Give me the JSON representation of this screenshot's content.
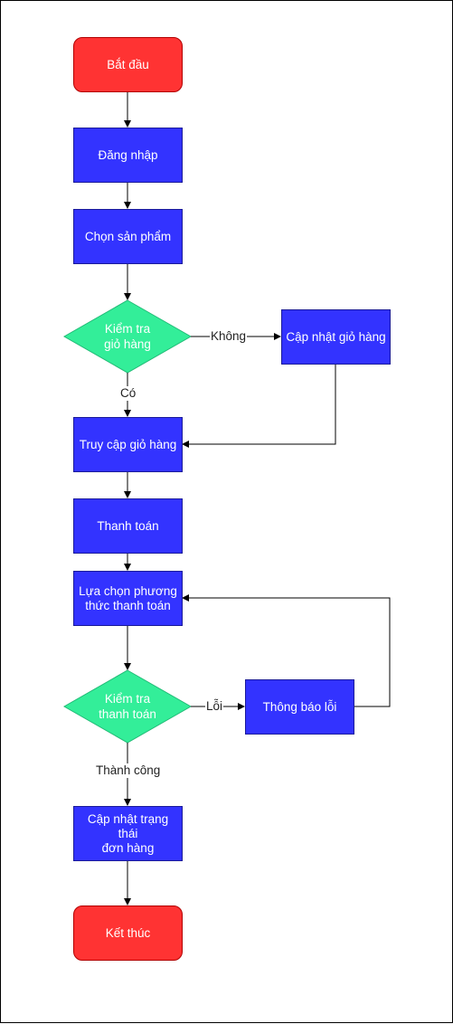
{
  "colors": {
    "terminal_fill": "#ff3333",
    "process_fill": "#3333ff",
    "decision_fill": "#33ee99",
    "connector": "#000000",
    "node_text": "#ffffff"
  },
  "nodes": {
    "start": "Bắt đầu",
    "login": "Đăng nhập",
    "select_product": "Chọn sản phẩm",
    "check_cart": "Kiểm tra\ngiỏ hàng",
    "update_cart": "Cập nhật giỏ hàng",
    "access_cart": "Truy cập giỏ hàng",
    "checkout": "Thanh toán",
    "choose_payment": "Lựa chọn phương\nthức thanh toán",
    "check_payment": "Kiểm tra\nthanh toán",
    "error_notice": "Thông báo lỗi",
    "update_order_status": "Cập nhật trạng\nthái\nđơn hàng",
    "end": "Kết thúc"
  },
  "edges": {
    "no": "Không",
    "yes": "Có",
    "error": "Lỗi",
    "success": "Thành công"
  }
}
